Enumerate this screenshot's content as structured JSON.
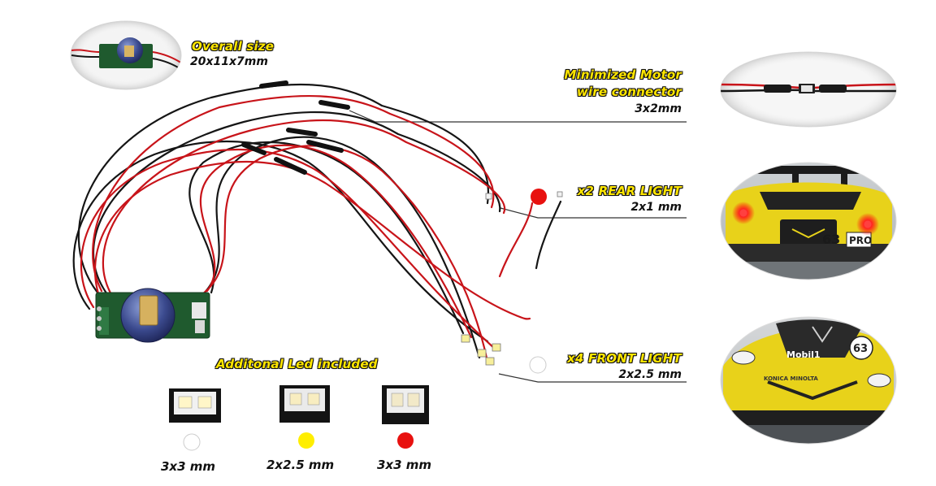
{
  "overall": {
    "title": "Overall size",
    "size": "20x11x7mm"
  },
  "connector": {
    "line1": "Minimized Motor",
    "line2": "wire connector",
    "size": "3x2mm"
  },
  "rear": {
    "title": "x2 REAR LIGHT",
    "size": "2x1 mm"
  },
  "front": {
    "title": "x4 FRONT LIGHT",
    "size": "2x2.5 mm"
  },
  "additional": {
    "title": "Additonal Led included",
    "items": [
      {
        "size": "3x3 mm",
        "color": "#ffffff"
      },
      {
        "size": "2x2.5 mm",
        "color": "#ffee00"
      },
      {
        "size": "3x3 mm",
        "color": "#e8110f"
      }
    ]
  },
  "car_rear": {
    "number": "63",
    "class": "PRO"
  },
  "car_front": {
    "number": "63",
    "sponsor": "Mobil1",
    "sponsor2": "KONICA MINOLTA"
  },
  "colors": {
    "wire_red": "#c8141a",
    "wire_black": "#151515",
    "led_red": "#e8110f",
    "car_yellow": "#e8d21a",
    "label_yellow": "#ffe600"
  }
}
